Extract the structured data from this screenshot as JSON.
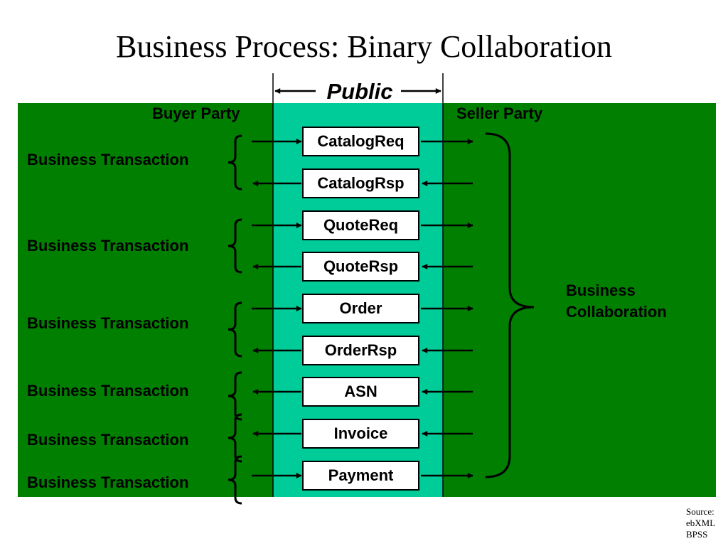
{
  "title": "Business Process: Binary Collaboration",
  "public_label": "Public",
  "buyer_label": "Buyer Party",
  "seller_label": "Seller Party",
  "collaboration_label": [
    "Business",
    "Collaboration"
  ],
  "messages": [
    {
      "label": "CatalogReq",
      "direction": "right"
    },
    {
      "label": "CatalogRsp",
      "direction": "left"
    },
    {
      "label": "QuoteReq",
      "direction": "right"
    },
    {
      "label": "QuoteRsp",
      "direction": "left"
    },
    {
      "label": "Order",
      "direction": "right"
    },
    {
      "label": "OrderRsp",
      "direction": "left"
    },
    {
      "label": "ASN",
      "direction": "left"
    },
    {
      "label": "Invoice",
      "direction": "left"
    },
    {
      "label": "Payment",
      "direction": "right"
    }
  ],
  "transactions": [
    {
      "label": "Business Transaction",
      "messages": [
        0,
        1
      ]
    },
    {
      "label": "Business Transaction",
      "messages": [
        2,
        3
      ]
    },
    {
      "label": "Business Transaction",
      "messages": [
        4,
        5
      ]
    },
    {
      "label": "Business Transaction",
      "messages": [
        6
      ]
    },
    {
      "label": "Business Transaction",
      "messages": [
        7
      ]
    },
    {
      "label": "Business Transaction",
      "messages": [
        8
      ]
    }
  ],
  "source": [
    "Source:",
    "ebXML",
    "BPSS"
  ],
  "colors": {
    "party_green": "#007f00",
    "public_teal": "#00cc99",
    "box_fill": "#ffffff",
    "ink": "#000000"
  }
}
